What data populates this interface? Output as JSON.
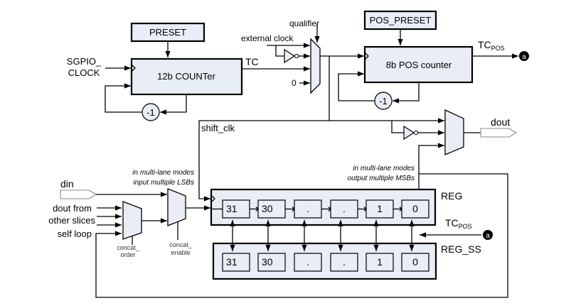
{
  "diagram": {
    "preset_label": "PRESET",
    "counter12_label": "12b COUNTer",
    "sgpio_clock_line1": "SGPIO_",
    "sgpio_clock_line2": "CLOCK",
    "tc_label": "TC",
    "decrement_label": "-1",
    "qualifier_label": "qualifier",
    "external_clock_label": "external clock",
    "zero_label": "0",
    "pos_preset_label": "POS_PRESET",
    "pos_counter_label": "8b POS counter",
    "tc_pos_main": "TC",
    "tc_pos_sub": "POS",
    "connector_label": "a",
    "shift_clk_label": "shift_clk",
    "dout_label": "dout",
    "din_label": "din",
    "dout_from_label": "dout from",
    "other_slices_label": "other slices",
    "self_loop_label": "self loop",
    "concat_order_line1": "concat_",
    "concat_order_line2": "order",
    "concat_enable_line1": "concat_",
    "concat_enable_line2": "enable",
    "lsb_note_line1": "in multi-lane modes",
    "lsb_note_line2": "input multiple LSBs",
    "msb_note_line1": "in multi-lane modes",
    "msb_note_line2": "output multiple MSBs",
    "reg_label": "REG",
    "reg_ss_label": "REG_SS",
    "reg_cells": [
      "31",
      "30",
      ".",
      ".",
      "1",
      "0"
    ],
    "reg_ss_cells": [
      "31",
      "30",
      ".",
      ".",
      "1",
      "0"
    ]
  }
}
